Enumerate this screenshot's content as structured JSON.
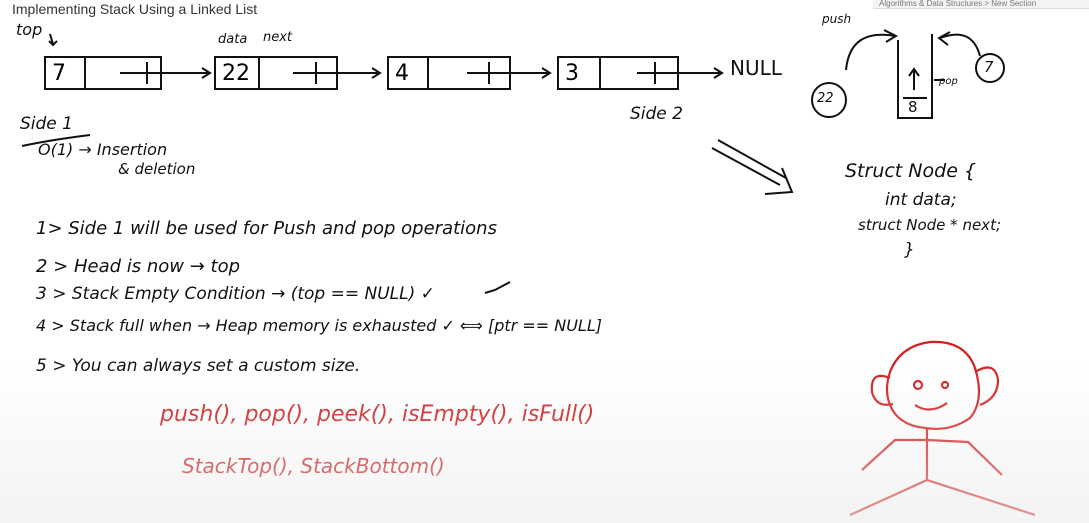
{
  "window": {
    "title": "Implementing Stack Using a Linked List",
    "breadcrumb": "Algorithms & Data Structures > New Section"
  },
  "diagram": {
    "top_label": "top",
    "data_label": "data",
    "next_label": "next",
    "nodes": [
      "7",
      "22",
      "4",
      "3"
    ],
    "null_label": "NULL",
    "side1": "Side 1",
    "side2": "Side 2",
    "complexity": "O(1) → Insertion",
    "complexity_line2": "& deletion"
  },
  "stack_drawing": {
    "push_label": "push",
    "pop_label": "pop",
    "left_circle": "22",
    "right_circle": "7",
    "box_value": "8"
  },
  "struct_code": {
    "line1": "Struct Node {",
    "line2": "int data;",
    "line3": "struct Node * next;",
    "line4": "}"
  },
  "notes": {
    "n1": "1> Side 1 will be used for Push and pop operations",
    "n2": "2 > Head is now → top",
    "n3": "3 > Stack Empty Condition → (top == NULL) ✓",
    "n4": "4 > Stack full when → Heap memory is exhausted ✓ ⟺ [ptr == NULL]",
    "n5": "5 > You can always set a custom size."
  },
  "operations": {
    "line1": "push(), pop(), peek(), isEmpty(), isFull()",
    "line2": "StackTop(), StackBottom()"
  },
  "colors": {
    "ink": "#111111",
    "red_ink": "#cc1a1a"
  }
}
